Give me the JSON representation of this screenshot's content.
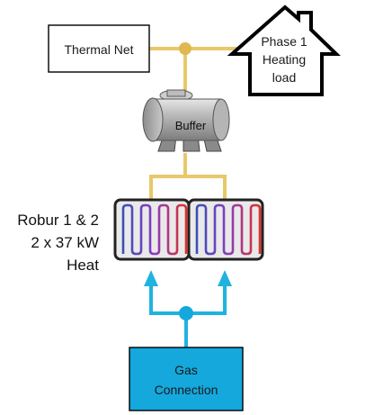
{
  "diagram": {
    "thermal_net": {
      "label": "Thermal Net"
    },
    "house": {
      "line1": "Phase 1",
      "line2": "Heating",
      "line3": "load"
    },
    "buffer": {
      "label": "Buffer"
    },
    "robur": {
      "line1": "Robur 1 & 2",
      "line2": "2 x 37 kW",
      "line3": "Heat"
    },
    "gas": {
      "line1": "Gas",
      "line2": "Connection"
    }
  },
  "colors": {
    "heat_pipe": "#e8c86a",
    "junction_heat": "#e0b84f",
    "gas_pipe": "#1fb3e0",
    "gas_box": "#14a8dc",
    "tank_body": "#a8a8a8",
    "coil_red": "#e0302a",
    "coil_purple": "#8a3cc0",
    "coil_blue": "#3a50b8"
  }
}
